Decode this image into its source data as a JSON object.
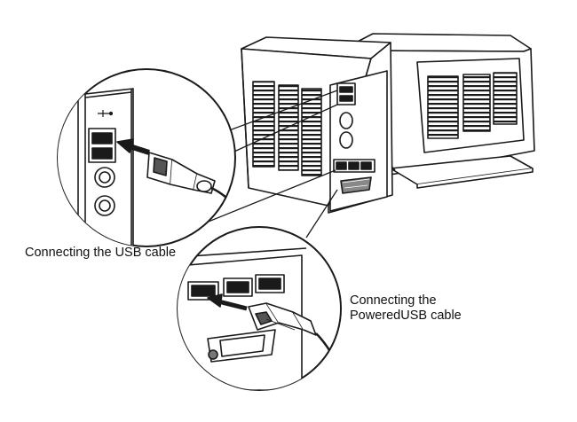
{
  "captions": {
    "usb": "Connecting the USB cable",
    "powered_line1": "Connecting the",
    "powered_line2": "PoweredUSB cable"
  },
  "colors": {
    "line": "#1a1a1a",
    "background": "#ffffff",
    "shade": "#555555"
  },
  "icons": {
    "usb_symbol": "usb-trident-icon",
    "arrow": "insert-arrow-icon"
  }
}
